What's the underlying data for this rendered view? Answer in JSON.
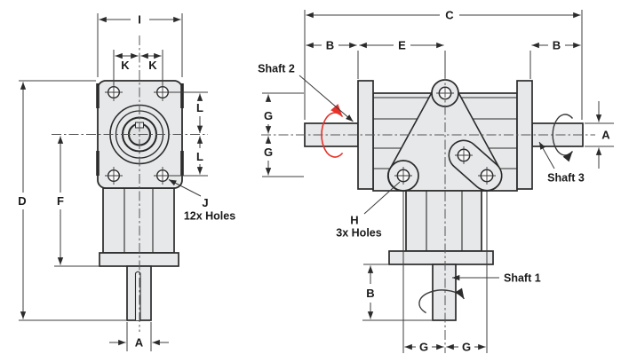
{
  "colors": {
    "line": "#2b2b2b",
    "dim": "#3c3c3c",
    "fill_gray": "#e7e8e9",
    "rotation_arrow_red": "#e63229"
  },
  "front_view": {
    "dim_i": "I",
    "dim_k_left": "K",
    "dim_k_right": "K",
    "dim_l_top": "L",
    "dim_l_bottom": "L",
    "dim_d": "D",
    "dim_f": "F",
    "dim_a": "A",
    "callout_j_label": "J",
    "callout_j_note": "12x Holes"
  },
  "side_view": {
    "dim_c": "C",
    "dim_b_left": "B",
    "dim_e": "E",
    "dim_b_right": "B",
    "dim_a": "A",
    "dim_g_upper": "G",
    "dim_g_lower": "G",
    "dim_g_bottom_left": "G",
    "dim_g_bottom_right": "G",
    "dim_b_bottom": "B",
    "callout_h_label": "H",
    "callout_h_note": "3x Holes",
    "shaft1_label": "Shaft 1",
    "shaft2_label": "Shaft 2",
    "shaft3_label": "Shaft 3"
  }
}
